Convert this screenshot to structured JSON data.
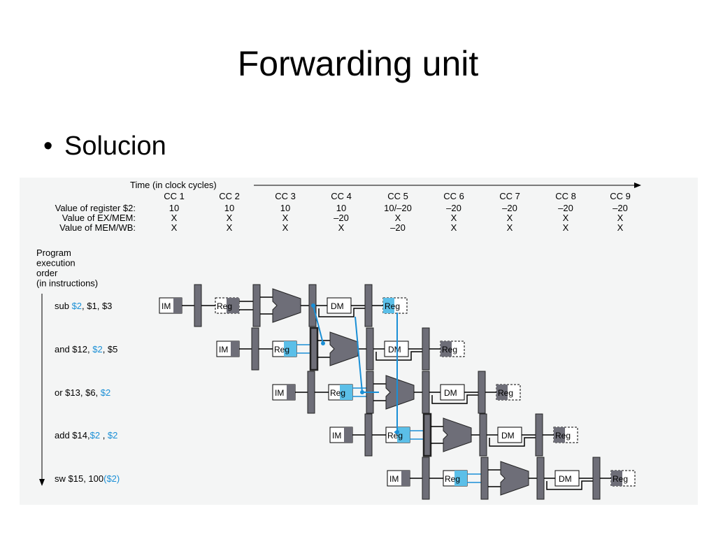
{
  "slide": {
    "title": "Forwarding unit",
    "bullet": "Solucion",
    "bullet_marker": "•"
  },
  "timing": {
    "time_label": "Time (in clock cycles)",
    "cycles": [
      "CC 1",
      "CC 2",
      "CC 3",
      "CC 4",
      "CC 5",
      "CC 6",
      "CC 7",
      "CC 8",
      "CC 9"
    ],
    "rows": [
      {
        "label": "Value of register $2:",
        "values": [
          "10",
          "10",
          "10",
          "10",
          "10/–20",
          "–20",
          "–20",
          "–20",
          "–20"
        ]
      },
      {
        "label": "Value of EX/MEM:",
        "values": [
          "X",
          "X",
          "X",
          "–20",
          "X",
          "X",
          "X",
          "X",
          "X"
        ]
      },
      {
        "label": "Value of MEM/WB:",
        "values": [
          "X",
          "X",
          "X",
          "X",
          "–20",
          "X",
          "X",
          "X",
          "X"
        ]
      }
    ]
  },
  "order_label": [
    "Program",
    "execution",
    "order",
    "(in instructions)"
  ],
  "instructions": [
    {
      "parts": [
        {
          "t": "sub ",
          "hl": false
        },
        {
          "t": "$2",
          "hl": true
        },
        {
          "t": ", $1, $3",
          "hl": false
        }
      ]
    },
    {
      "parts": [
        {
          "t": "and $12,  ",
          "hl": false
        },
        {
          "t": "$2",
          "hl": true
        },
        {
          "t": ", $5",
          "hl": false
        }
      ]
    },
    {
      "parts": [
        {
          "t": "or $13, $6, ",
          "hl": false
        },
        {
          "t": "$2",
          "hl": true
        }
      ]
    },
    {
      "parts": [
        {
          "t": "add $14,",
          "hl": false
        },
        {
          "t": "$2",
          "hl": true
        },
        {
          "t": " , ",
          "hl": false
        },
        {
          "t": "$2",
          "hl": true
        }
      ]
    },
    {
      "parts": [
        {
          "t": "sw $15, 100",
          "hl": false
        },
        {
          "t": "($2)",
          "hl": true
        }
      ]
    }
  ],
  "stage_labels": {
    "im": "IM",
    "reg": "Reg",
    "dm": "DM"
  },
  "colors": {
    "highlight": "#1a8fd6",
    "reg_fill": "#5bbfe8",
    "unit_gray": "#6e6e78",
    "pipe_reg": "#6e6e78"
  }
}
